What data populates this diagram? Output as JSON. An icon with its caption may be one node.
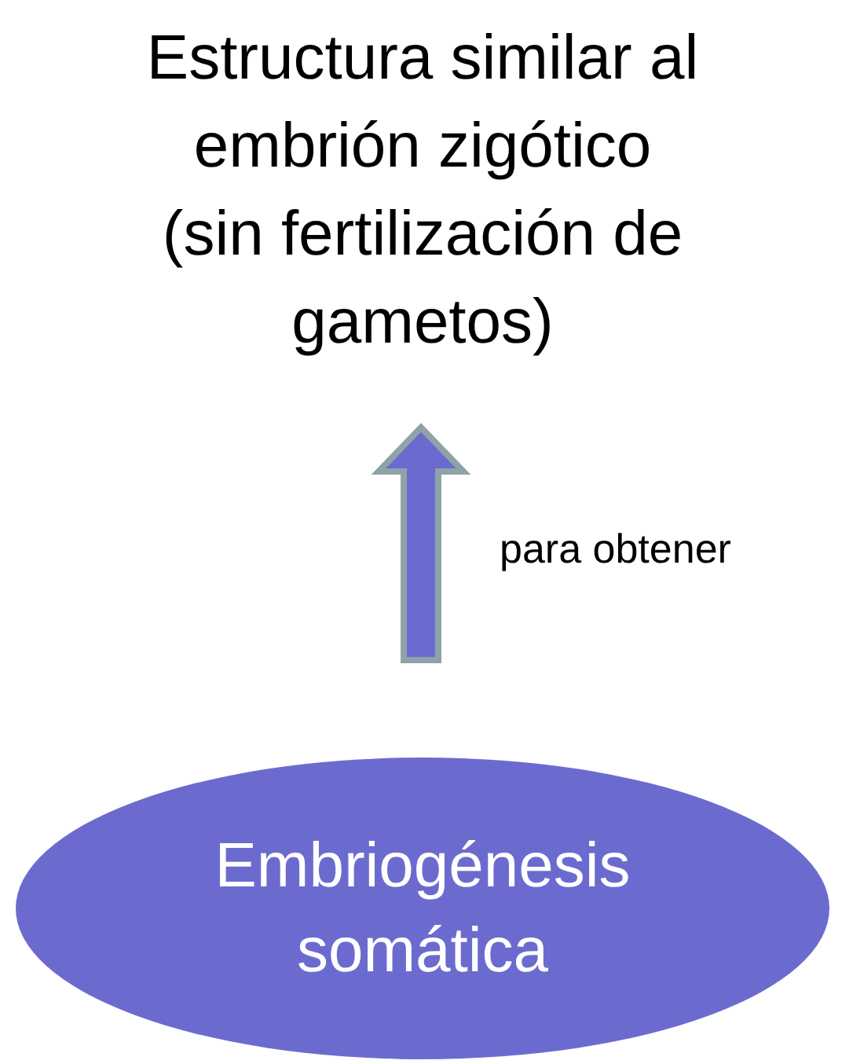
{
  "diagram": {
    "nodes": [
      {
        "text": [
          "Estructura similar al embrión zigótico (sin fertilización de gametos)"
        ]
      },
      {
        "text": [
          "Embriogénesis somática"
        ]
      }
    ],
    "edges": [
      {
        "from": 1,
        "to": 0,
        "arrow": "to",
        "label": "para obtener",
        "style": "thick"
      }
    ]
  }
}
